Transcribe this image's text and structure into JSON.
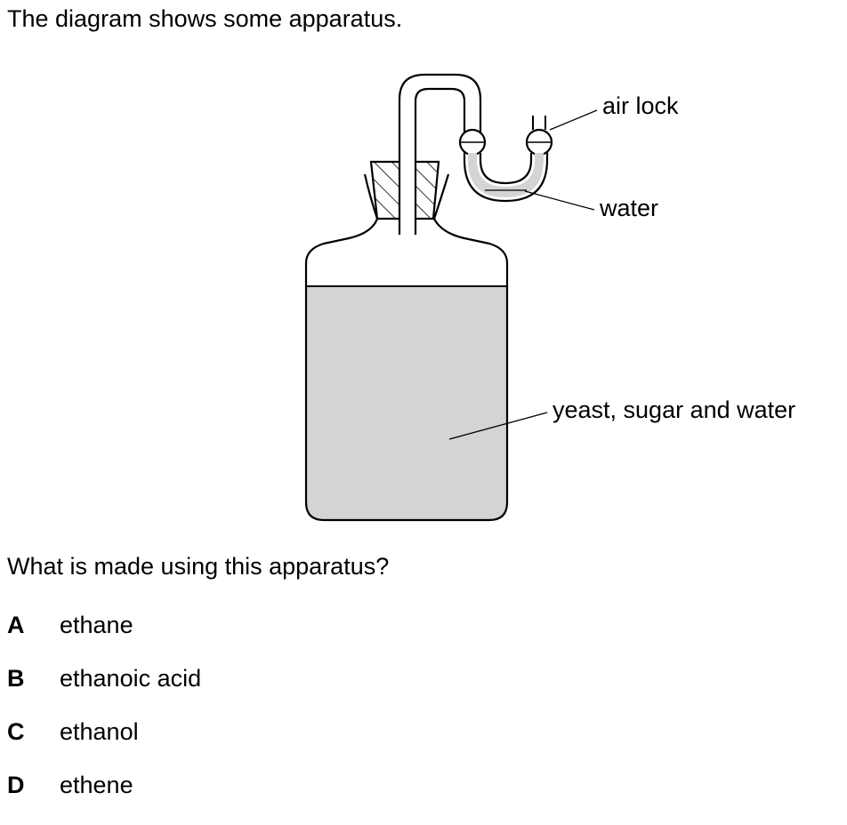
{
  "intro_text": "The diagram shows some apparatus.",
  "diagram": {
    "labels": {
      "air_lock": "air lock",
      "water": "water",
      "mixture": "yeast, sugar and water"
    },
    "liquid_color": "#d3d4d6"
  },
  "question": "What is made using this apparatus?",
  "options": [
    {
      "letter": "A",
      "text": "ethane"
    },
    {
      "letter": "B",
      "text": "ethanoic acid"
    },
    {
      "letter": "C",
      "text": "ethanol"
    },
    {
      "letter": "D",
      "text": "ethene"
    }
  ]
}
